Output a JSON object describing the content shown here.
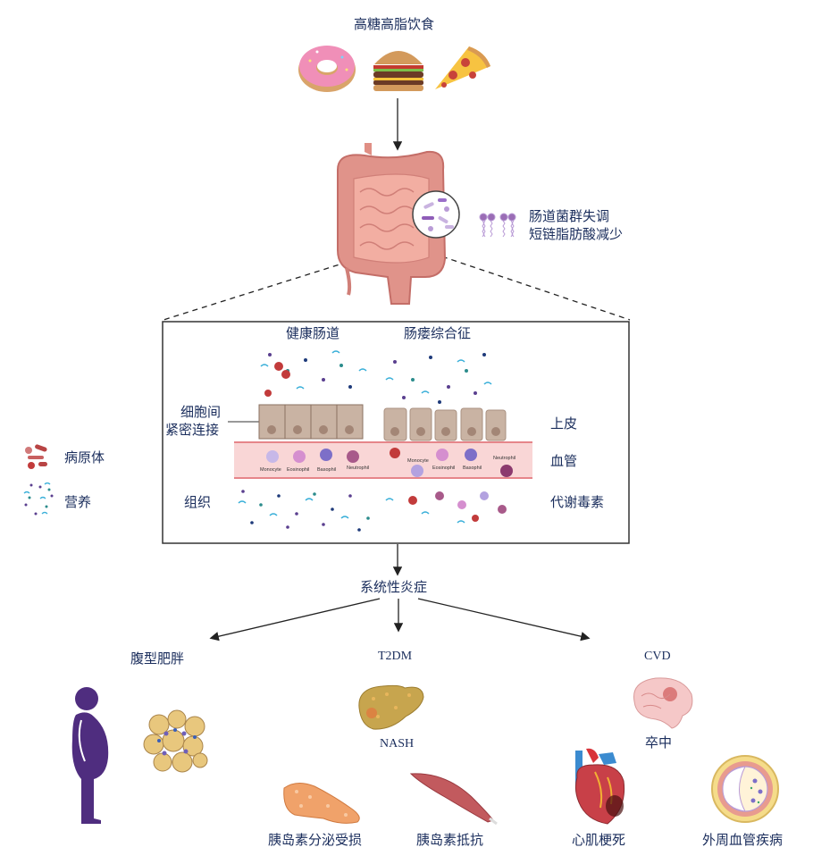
{
  "diet": {
    "title": "高糖高脂饮食",
    "foods": [
      "donut-icon",
      "burger-icon",
      "pizza-icon"
    ]
  },
  "gut": {
    "microbiota_label_1": "肠道菌群失调",
    "microbiota_label_2": "短链脂肪酸减少"
  },
  "inset": {
    "healthy_title": "健康肠道",
    "leaky_title": "肠瘘综合征",
    "tight_junction_1": "细胞间",
    "tight_junction_2": "紧密连接",
    "tissue": "组织",
    "epithelium": "上皮",
    "blood_vessel": "血管",
    "metabolic_toxins": "代谢毒素",
    "cells_healthy": [
      "Monocyte",
      "Eosinophil",
      "Basophil",
      "Neutrophil"
    ],
    "cells_leaky": [
      "Monocyte",
      "Eosinophil",
      "Basophil",
      "Neutrophil"
    ]
  },
  "legend": {
    "pathogen": "病原体",
    "nutrients": "营养"
  },
  "outcome": {
    "systemic": "系统性炎症",
    "obesity": "腹型肥胖",
    "t2dm": "T2DM",
    "nash": "NASH",
    "insulin_secretion": "胰岛素分泌受损",
    "insulin_resistance": "胰岛素抵抗",
    "cvd": "CVD",
    "stroke": "卒中",
    "mi": "心肌梗死",
    "pad": "外周血管疾病"
  }
}
